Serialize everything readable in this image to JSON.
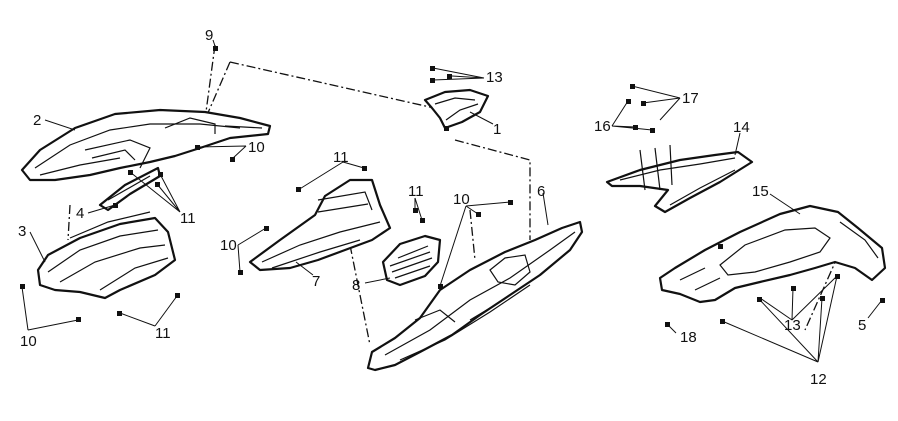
{
  "callouts": {
    "c1": "1",
    "c2": "2",
    "c3": "3",
    "c4": "4",
    "c5": "5",
    "c6": "6",
    "c7": "7",
    "c8": "8",
    "c9": "9",
    "c10a": "10",
    "c10b": "10",
    "c10c": "10",
    "c10d": "10",
    "c11a": "11",
    "c11b": "11",
    "c11c": "11",
    "c11d": "11",
    "c12": "12",
    "c13a": "13",
    "c13b": "13",
    "c14": "14",
    "c15": "15",
    "c16": "16",
    "c17": "17",
    "c18": "18"
  }
}
